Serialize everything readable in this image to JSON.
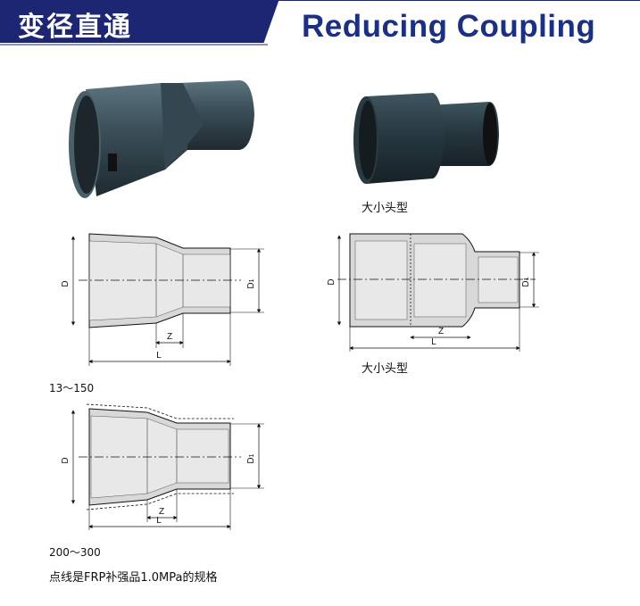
{
  "header": {
    "title_cn": "变径直通",
    "title_en": "Reducing Coupling",
    "brand_color": "#1b2f86",
    "band_color": "#1c2673"
  },
  "photos": {
    "right_caption": "大小头型"
  },
  "drawings": {
    "d_label": "D",
    "d1_main": "D",
    "d1_sub": "1",
    "z_label": "Z",
    "l_label": "L",
    "reducer_caption": "大小头型"
  },
  "ranges": {
    "small": "13～150",
    "large": "200～300"
  },
  "note": "点线是FRP补强品1.0MPa的规格"
}
